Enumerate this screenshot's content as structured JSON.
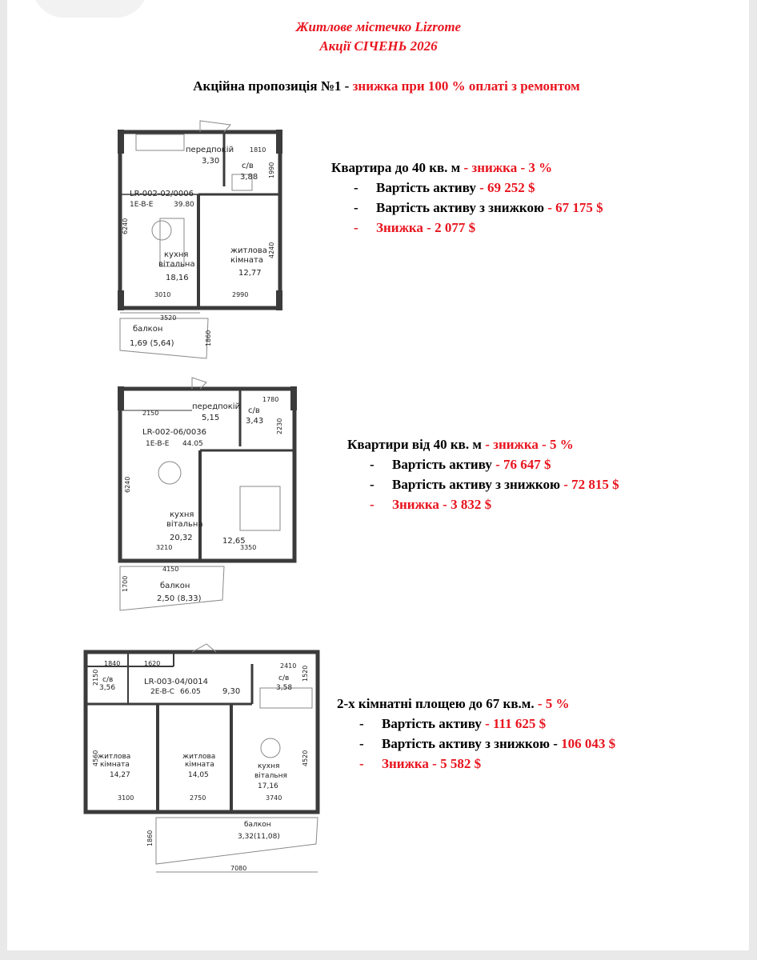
{
  "header": {
    "title_line1": "Житлове містечко Lizrome",
    "title_line2": "Акції СІЧЕНЬ 2026",
    "promo_prefix": "Акційна пропозиція  №1 - ",
    "promo_red": "знижка при 100 % оплаті з ремонтом"
  },
  "offers": [
    {
      "head_black": "Квартира до 40 кв. м",
      "head_red": " - знижка - 3 %",
      "items": [
        {
          "dash": "-",
          "label": "Вартість активу",
          "value": " - 69 252 $"
        },
        {
          "dash": "-",
          "label": "Вартість активу з знижкою",
          "value": " - 67 175 $"
        },
        {
          "dash": "-",
          "label": "Знижка - 2 077 $",
          "value": ""
        }
      ]
    },
    {
      "head_black": "Квартири від 40 кв. м",
      "head_red": " - знижка - 5 %",
      "items": [
        {
          "dash": "-",
          "label": "Вартість активу",
          "value": " - 76 647 $"
        },
        {
          "dash": "-",
          "label": "Вартість активу з знижкою",
          "value": " - 72 815 $"
        },
        {
          "dash": "-",
          "label": "Знижка - 3 832  $",
          "value": ""
        }
      ]
    },
    {
      "head_black": "2-х кімнатні площею до 67 кв.м.",
      "head_red": " - 5 %",
      "items": [
        {
          "dash": "-",
          "label": "Вартість активу",
          "value": " - 111 625 $"
        },
        {
          "dash": "-",
          "label": "Вартість активу з знижкою -",
          "value": " 106 043 $"
        },
        {
          "dash": "-",
          "label": "Знижка  - 5 582  $",
          "value": ""
        }
      ]
    }
  ],
  "plans": [
    {
      "code": "LR-002-02/0006",
      "type": "1E-B-E",
      "area_total": "39.80",
      "labels": {
        "hall": "передпокій",
        "hall_area": "3,30",
        "bath": "с/в",
        "bath_area": "3,88",
        "kitchen": "кухня",
        "kitchen2": "вітальна",
        "kitchen_area": "18,16",
        "room": "житлова",
        "room2": "кімната",
        "room_area": "12,77",
        "balcony": "балкон",
        "balcony_area": "1,69 (5,64)"
      },
      "dims": {
        "d1": "1810",
        "d2": "1990",
        "d3": "6240",
        "d4": "4240",
        "d5": "3010",
        "d6": "2990",
        "d7": "3520",
        "d8": "1860"
      }
    },
    {
      "code": "LR-002-06/0036",
      "type": "1E-B-E",
      "area_total": "44.05",
      "labels": {
        "hall": "передпокій",
        "hall_area": "5,15",
        "bath": "с/в",
        "bath_area": "3,43",
        "kitchen": "кухня",
        "kitchen2": "вітальна",
        "kitchen_area": "20,32",
        "room_area": "12,65",
        "balcony": "балкон",
        "balcony_area": "2,50 (8,33)"
      },
      "dims": {
        "d1": "1780",
        "d2": "2150",
        "d3": "2230",
        "d4": "6240",
        "d5": "3210",
        "d6": "3350",
        "d7": "4150",
        "d8": "1700"
      }
    },
    {
      "code": "LR-003-04/0014",
      "type": "2E-B-C",
      "area_total": "66.05",
      "labels": {
        "bath1": "с/в",
        "bath1_area": "3,56",
        "hall_area": "9,30",
        "bath2": "с/в",
        "bath2_area": "3,58",
        "room": "житлова",
        "room2": "кімната",
        "room1_area": "14,27",
        "room2_area": "14,05",
        "kitchen": "кухня",
        "kitchen2": "вітальня",
        "kitchen_area": "17,16",
        "balcony": "балкон",
        "balcony_area": "3,32(11,08)"
      },
      "dims": {
        "d1": "1840",
        "d2": "1620",
        "d3": "2410",
        "d4": "2150",
        "d5": "1520",
        "d6": "4560",
        "d7": "4520",
        "d8": "3100",
        "d9": "2750",
        "d10": "3740",
        "d11": "1860",
        "d12": "7080"
      }
    }
  ]
}
